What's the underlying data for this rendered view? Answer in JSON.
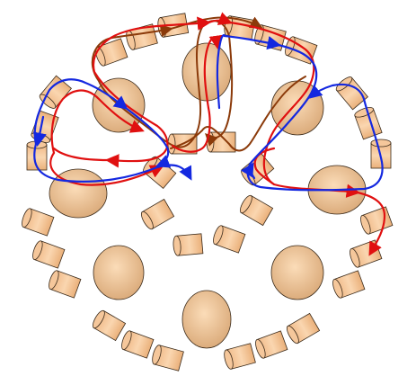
{
  "colors": {
    "background": "#ffffff",
    "spool_fill": "#f5c79b",
    "spool_outline": "#3a2a1a",
    "ball_light": "#f8d2a8",
    "ball_dark": "#d9a877",
    "path_red": "#e01010",
    "path_blue": "#1428e0",
    "path_brown": "#8b3a0a"
  },
  "paths": [
    {
      "name": "red",
      "color": "#e01010"
    },
    {
      "name": "blue",
      "color": "#1428e0"
    },
    {
      "name": "brown",
      "color": "#8b3a0a"
    }
  ]
}
